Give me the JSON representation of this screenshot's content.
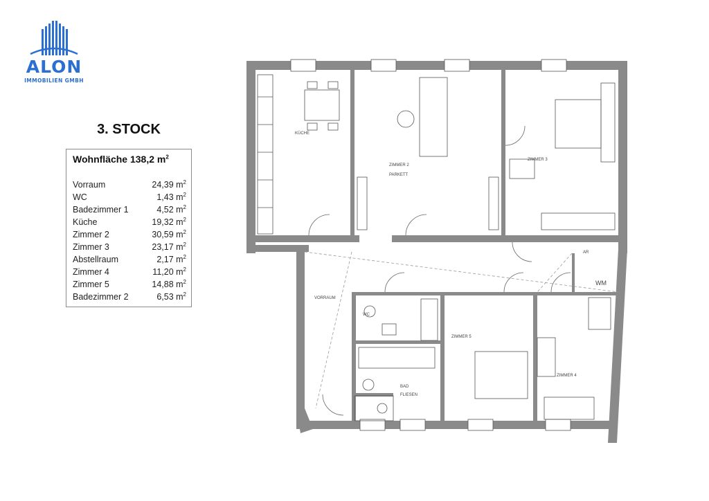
{
  "brand": {
    "name": "ALON",
    "subtitle": "IMMOBILIEN GMBH",
    "color": "#2a6fd1"
  },
  "floor": {
    "title": "3. STOCK"
  },
  "summary": {
    "heading": "Wohnfläche 138,2 m",
    "heading_sup": "2",
    "rows": [
      {
        "room": "Vorraum",
        "area": "24,39 m",
        "sup": "2"
      },
      {
        "room": "WC",
        "area": "1,43 m",
        "sup": "2"
      },
      {
        "room": "Badezimmer 1",
        "area": "4,52 m",
        "sup": "2"
      },
      {
        "room": "Küche",
        "area": "19,32 m",
        "sup": "2"
      },
      {
        "room": "Zimmer 2",
        "area": "30,59 m",
        "sup": "2"
      },
      {
        "room": "Zimmer 3",
        "area": "23,17 m",
        "sup": "2"
      },
      {
        "room": "Abstellraum",
        "area": "2,17 m",
        "sup": "2"
      },
      {
        "room": "Zimmer 4",
        "area": "11,20 m",
        "sup": "2"
      },
      {
        "room": "Zimmer 5",
        "area": "14,88 m",
        "sup": "2"
      },
      {
        "room": "Badezimmer 2",
        "area": "6,53 m",
        "sup": "2"
      }
    ]
  },
  "plan": {
    "labels": {
      "kueche": "KÜCHE",
      "zimmer2": "ZIMMER 2",
      "zimmer3": "ZIMMER 3",
      "vorraum": "VORRAUM",
      "zimmer5": "ZIMMER 5",
      "zimmer4": "ZIMMER 4",
      "bad": "BAD",
      "wc": "WC",
      "ar": "AR",
      "wm": "WM",
      "parkett": "PARKETT",
      "fliesen": "FLIESEN"
    }
  }
}
